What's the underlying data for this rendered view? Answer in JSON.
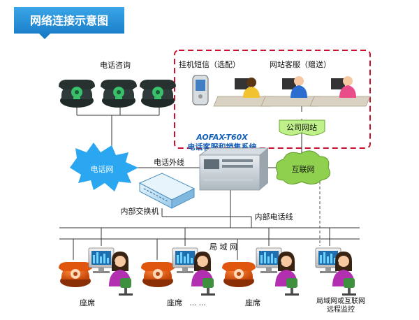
{
  "header": {
    "title": "网络连接示意图"
  },
  "labels": {
    "phone_consult": "电话咨询",
    "sms_optional": "挂机短信（选配）",
    "web_service_gift": "网站客服（赠送）",
    "company_website": "公司网站",
    "product_name": "AOFAX-T60X",
    "product_desc": "电话客服和销售系统",
    "phone_network": "电话网",
    "phone_outline": "电话外线",
    "internet": "互联网",
    "internal_pbx": "内部交换机",
    "internal_phone_line": "内部电话线",
    "lan": "局 域 网",
    "seat": "座席",
    "ellipsis": "… …",
    "remote_monitor_line1": "局域网或互联网",
    "remote_monitor_line2": "远程监控"
  },
  "colors": {
    "header_bg": "#1e8fd6",
    "dashed_border": "#c8102e",
    "cloud_blue": "#2aa7f0",
    "cloud_green": "#8fd14f",
    "website_box": "#bff08a",
    "product_text": "#1560b8",
    "phone_dark": "#2f3b3a",
    "phone_green": "#38c06a",
    "line": "#333333"
  }
}
